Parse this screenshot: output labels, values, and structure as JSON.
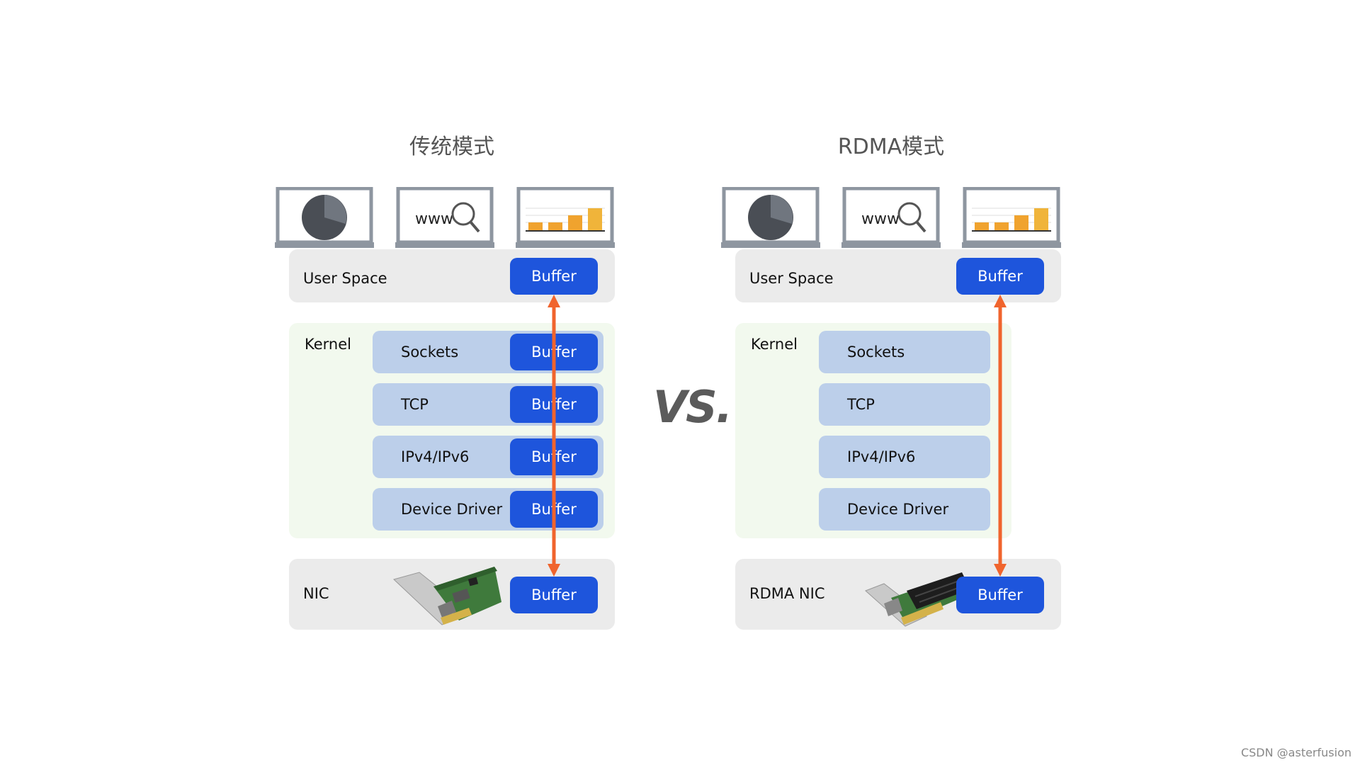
{
  "left": {
    "title": "传统模式",
    "user_space_label": "User Space",
    "kernel_label": "Kernel",
    "nic_label": "NIC",
    "layers": [
      "Sockets",
      "TCP",
      "IPv4/IPv6",
      "Device Driver"
    ],
    "buffer_label": "Buffer"
  },
  "right": {
    "title": "RDMA模式",
    "user_space_label": "User Space",
    "kernel_label": "Kernel",
    "nic_label": "RDMA NIC",
    "layers": [
      "Sockets",
      "TCP",
      "IPv4/IPv6",
      "Device Driver"
    ],
    "buffer_label": "Buffer"
  },
  "laptop_screens": [
    "pie-chart-icon",
    "www-search-icon",
    "bar-chart-icon"
  ],
  "www_text": "www",
  "vs_label": "VS.",
  "credit": "CSDN @asterfusion",
  "colors": {
    "buffer": "#1e55dc",
    "arrow": "#f0642d",
    "layer": "#bccfea",
    "panel_gray": "#ebebeb",
    "panel_green": "#f2f9ee"
  }
}
